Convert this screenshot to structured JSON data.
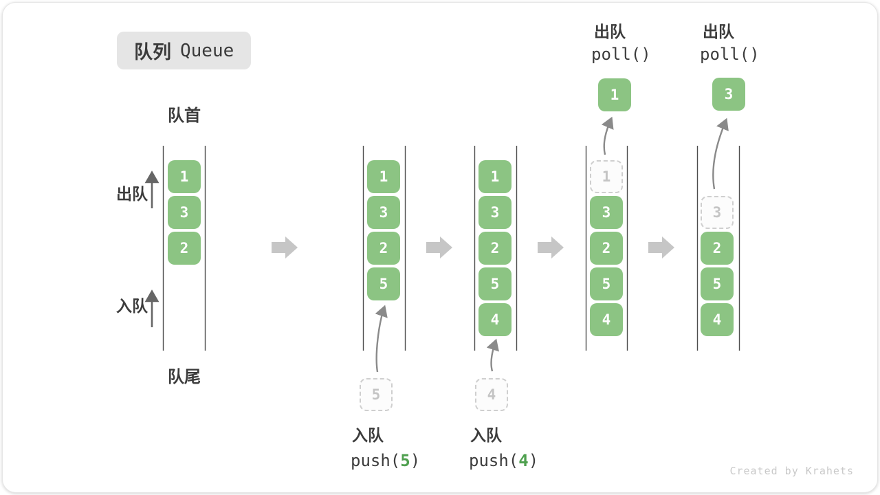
{
  "title": {
    "zh": "队列",
    "en": "Queue"
  },
  "side_labels": {
    "front": "队首",
    "rear": "队尾",
    "dequeue": "出队",
    "enqueue": "入队"
  },
  "footer": {
    "credit": "Created by Krahets"
  },
  "colors": {
    "box_green": "#8cc483",
    "code_green": "#4fa04f",
    "big_arrow_gray": "#c6c6c6",
    "thin_arrow_gray": "#8a8a8a",
    "wall_dark": "#4d4d4d",
    "text_dark": "#3c3c3c"
  },
  "icons": {
    "flow_arrow": "right-block-arrow",
    "motion_arrow": "curved-up-arrow",
    "direction_arrow": "up-arrow"
  },
  "states": [
    {
      "boxes": [
        "1",
        "3",
        "2"
      ]
    },
    {
      "boxes": [
        "1",
        "3",
        "2",
        "5"
      ],
      "incoming": "5",
      "op": {
        "label": "入队",
        "code_pre": "push(",
        "code_arg": "5",
        "code_post": ")"
      }
    },
    {
      "boxes": [
        "1",
        "3",
        "2",
        "5",
        "4"
      ],
      "incoming": "4",
      "op": {
        "label": "入队",
        "code_pre": "push(",
        "code_arg": "4",
        "code_post": ")"
      }
    },
    {
      "ghost": "1",
      "boxes": [
        "3",
        "2",
        "5",
        "4"
      ],
      "polled": "1",
      "op": {
        "label": "出队",
        "code": "poll()"
      }
    },
    {
      "ghost": "3",
      "boxes": [
        "2",
        "5",
        "4"
      ],
      "polled": "3",
      "op": {
        "label": "出队",
        "code": "poll()"
      }
    }
  ]
}
